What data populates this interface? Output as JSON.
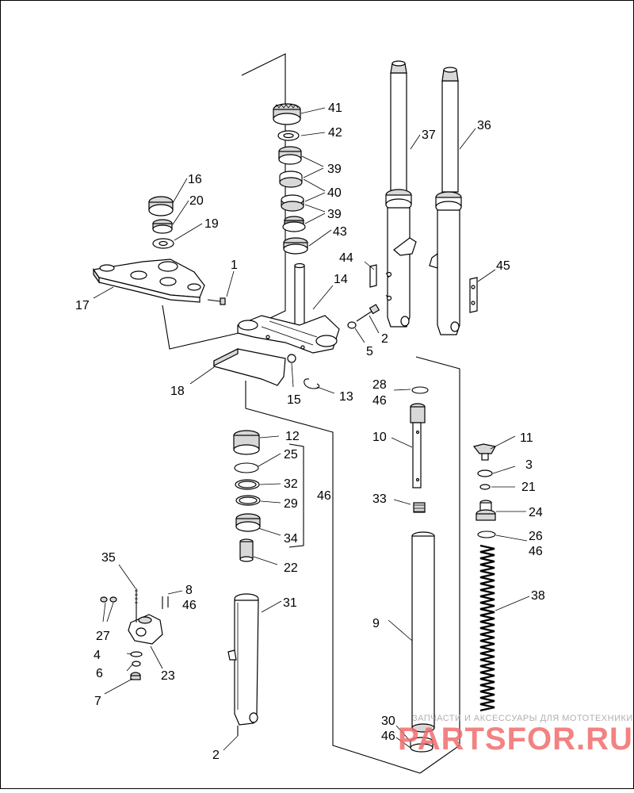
{
  "callouts": {
    "c41": "41",
    "c42": "42",
    "c39a": "39",
    "c40": "40",
    "c39b": "39",
    "c43": "43",
    "c16": "16",
    "c20": "20",
    "c19": "19",
    "c1": "1",
    "c17": "17",
    "c14": "14",
    "c44": "44",
    "c37": "37",
    "c36": "36",
    "c45": "45",
    "c2a": "2",
    "c5": "5",
    "c18": "18",
    "c15": "15",
    "c13": "13",
    "c28": "28",
    "c46a": "46",
    "c12": "12",
    "c25": "25",
    "c32": "32",
    "c29": "29",
    "c46b": "46",
    "c34": "34",
    "c22": "22",
    "c10": "10",
    "c33": "33",
    "c11": "11",
    "c3": "3",
    "c21": "21",
    "c24": "24",
    "c26": "26",
    "c46c": "46",
    "c38": "38",
    "c35": "35",
    "c8": "8",
    "c46d": "46",
    "c27": "27",
    "c4": "4",
    "c6": "6",
    "c23": "23",
    "c7": "7",
    "c31": "31",
    "c9": "9",
    "c30": "30",
    "c46e": "46",
    "c2b": "2"
  },
  "watermark": {
    "caption": "ЗАПЧАСТИ И АКСЕССУАРЫ ДЛЯ МОТОТЕХНИКИ",
    "logo": "PARTSFOR.RU"
  }
}
